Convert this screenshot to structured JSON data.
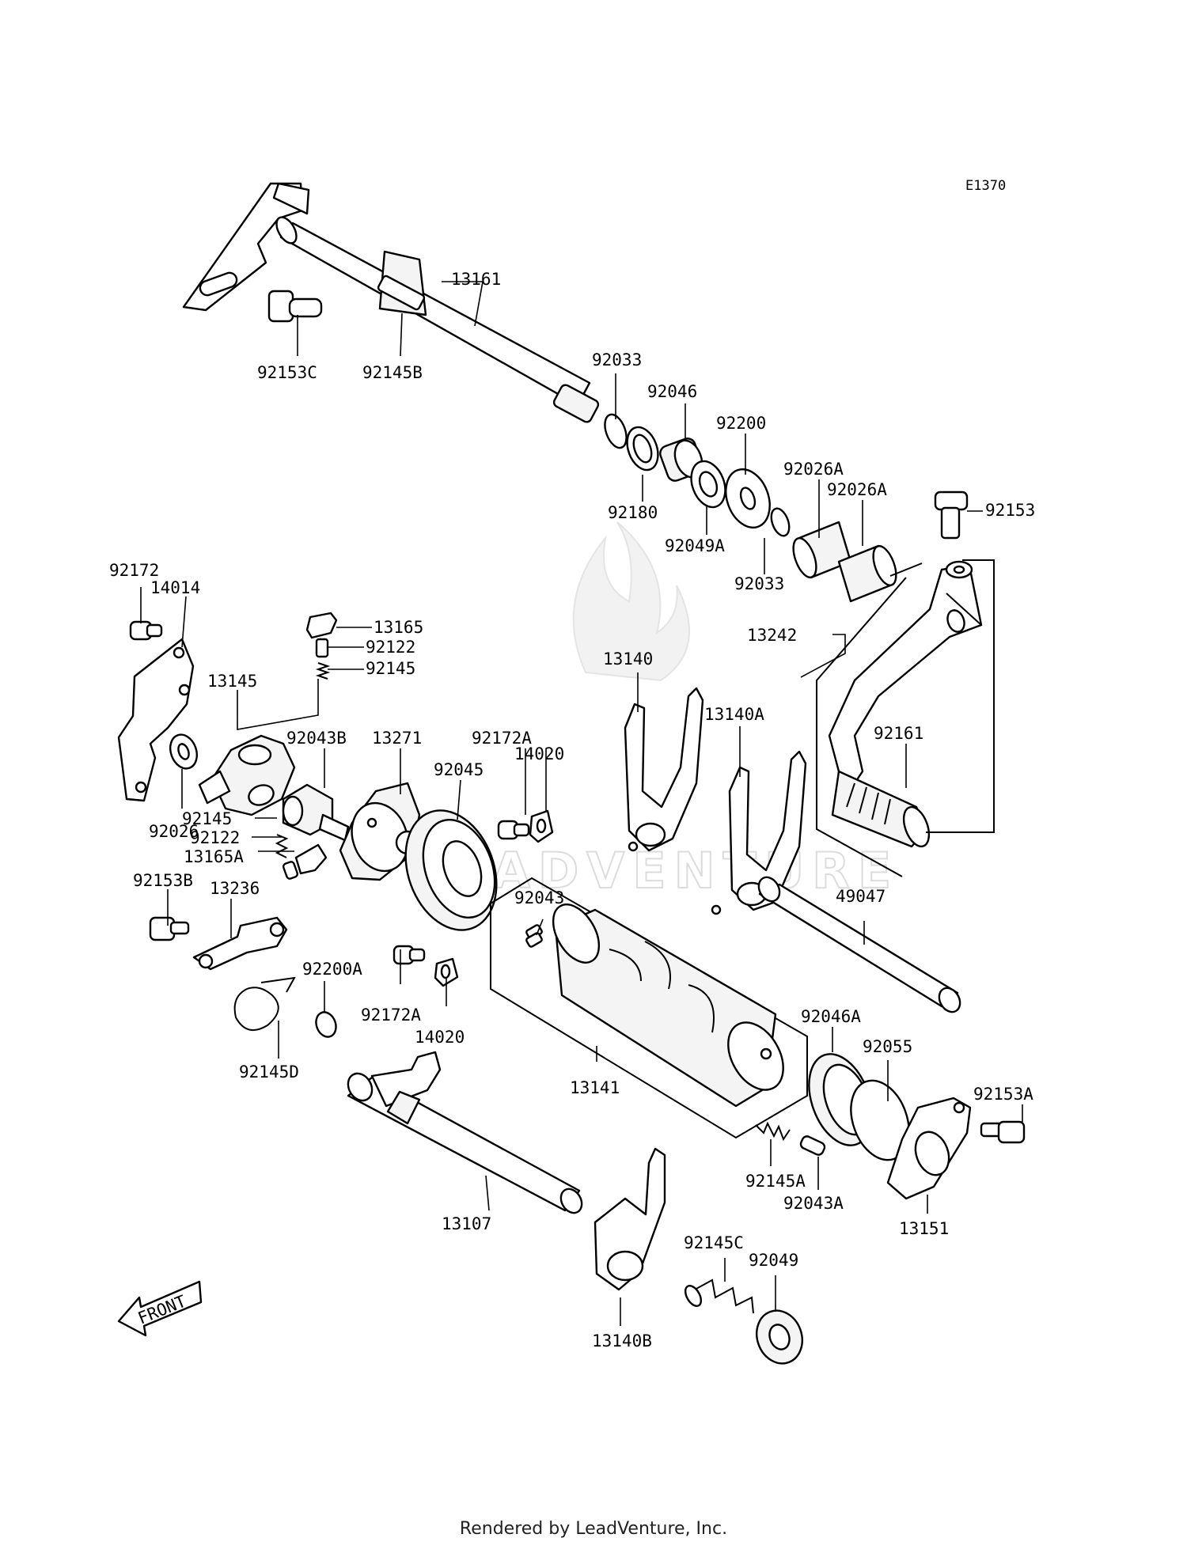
{
  "diagram": {
    "ref_code": "E1370",
    "watermark": "LEADVENTURE",
    "front_label": "FRONT",
    "footer": "Rendered by LeadVenture, Inc.",
    "part_labels": [
      "13161",
      "92153C",
      "92145B",
      "92033",
      "92046",
      "92200",
      "92180",
      "92049A",
      "92026A",
      "92026A",
      "92033",
      "92153",
      "92172",
      "14014",
      "13165",
      "92122",
      "92145",
      "13145",
      "92043B",
      "13271",
      "92026",
      "92145",
      "92122",
      "13165A",
      "92172A",
      "14020",
      "92045",
      "13140",
      "13140A",
      "13242",
      "92161",
      "92153B",
      "13236",
      "92200A",
      "92172A",
      "14020",
      "92145D",
      "92043",
      "49047",
      "92046A",
      "92055",
      "92153A",
      "13141",
      "92145A",
      "92043A",
      "13151",
      "13107",
      "92145C",
      "92049",
      "13140B"
    ]
  }
}
